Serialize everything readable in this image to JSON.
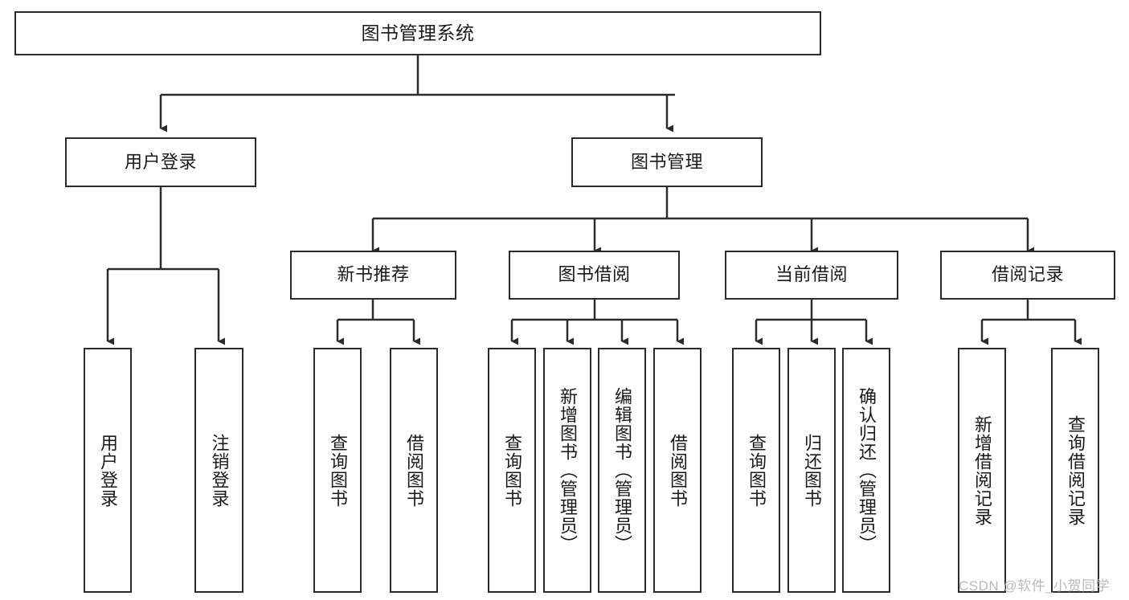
{
  "diagram": {
    "title": "图书管理系统",
    "type": "hierarchy-tree",
    "background_color": "#ffffff",
    "border_color": "#2b2b2b",
    "text_color": "#1a1a1a",
    "levels": {
      "root": {
        "label": "图书管理系统"
      },
      "level2": [
        {
          "label": "用户登录"
        },
        {
          "label": "图书管理"
        }
      ],
      "level3": [
        {
          "label": "新书推荐"
        },
        {
          "label": "图书借阅"
        },
        {
          "label": "当前借阅"
        },
        {
          "label": "借阅记录"
        }
      ],
      "leaves": {
        "user_login": [
          {
            "label": "用户登录"
          },
          {
            "label": "注销登录"
          }
        ],
        "new_book_recommend": [
          {
            "label": "查询图书"
          },
          {
            "label": "借阅图书"
          }
        ],
        "book_borrow": [
          {
            "label": "查询图书"
          },
          {
            "label": "新增图书（管理员）"
          },
          {
            "label": "编辑图书（管理员）"
          },
          {
            "label": "借阅图书"
          }
        ],
        "current_borrow": [
          {
            "label": "查询图书"
          },
          {
            "label": "归还图书"
          },
          {
            "label": "确认归还（管理员）"
          }
        ],
        "borrow_record": [
          {
            "label": "新增借阅记录"
          },
          {
            "label": "查询借阅记录"
          }
        ]
      }
    }
  },
  "watermark": {
    "text": "CSDN @软件_小贺同学",
    "color": "#b9b9b9"
  }
}
